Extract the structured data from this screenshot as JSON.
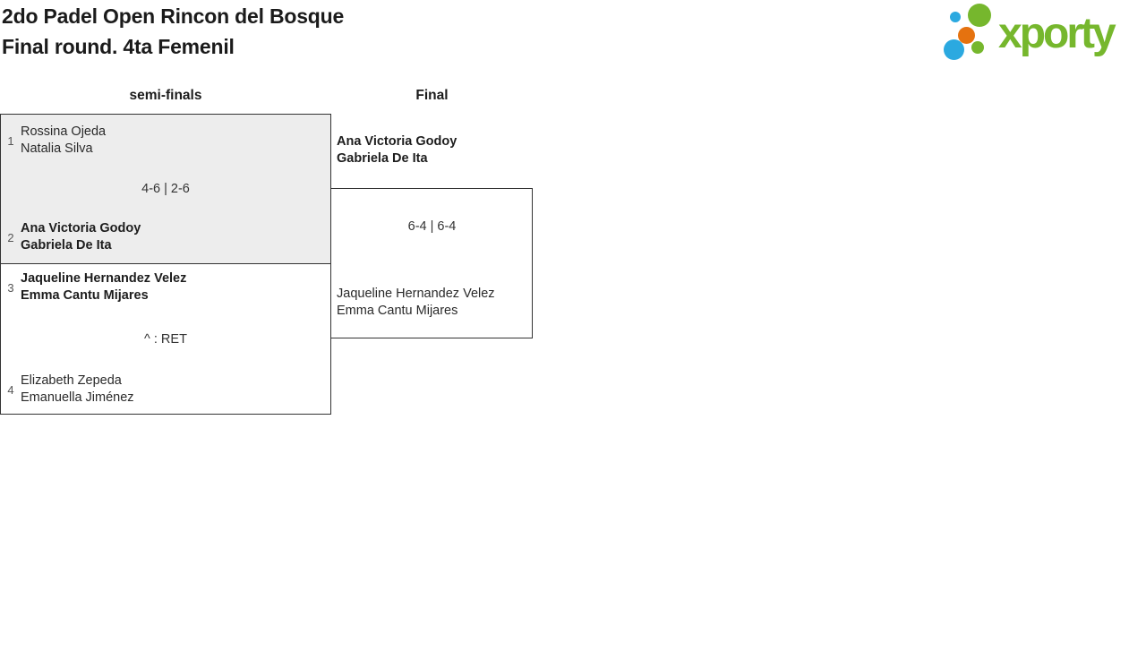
{
  "header": {
    "title_line1": "2do Padel Open Rincon del Bosque",
    "title_line2": "Final round. 4ta Femenil"
  },
  "logo": {
    "wordmark": "xporty",
    "colors": {
      "green": "#76B72D",
      "blue": "#2BA9E0",
      "orange": "#E5720F"
    }
  },
  "columns": {
    "semifinals_label": "semi-finals",
    "final_label": "Final"
  },
  "bracket": {
    "semifinal_1": {
      "team_top": {
        "seed": "1",
        "player1": "Rossina Ojeda",
        "player2": "Natalia Silva",
        "winner": false
      },
      "score": "4-6 | 2-6",
      "team_bottom": {
        "seed": "2",
        "player1": "Ana Victoria Godoy",
        "player2": "Gabriela De Ita",
        "winner": true
      }
    },
    "semifinal_2": {
      "team_top": {
        "seed": "3",
        "player1": "Jaqueline Hernandez Velez",
        "player2": "Emma Cantu Mijares",
        "winner": true
      },
      "score": "^ : RET",
      "team_bottom": {
        "seed": "4",
        "player1": "Elizabeth Zepeda",
        "player2": "Emanuella Jiménez",
        "winner": false
      }
    },
    "final": {
      "team_top": {
        "player1": "Ana Victoria Godoy",
        "player2": "Gabriela De Ita",
        "winner": true
      },
      "score": "6-4 | 6-4",
      "team_bottom": {
        "player1": "Jaqueline Hernandez Velez",
        "player2": "Emma Cantu Mijares",
        "winner": false
      }
    }
  },
  "style_colors": {
    "box_fill_gray": "#EDEDED",
    "box_border": "#333333",
    "text": "#2A2A2A"
  }
}
